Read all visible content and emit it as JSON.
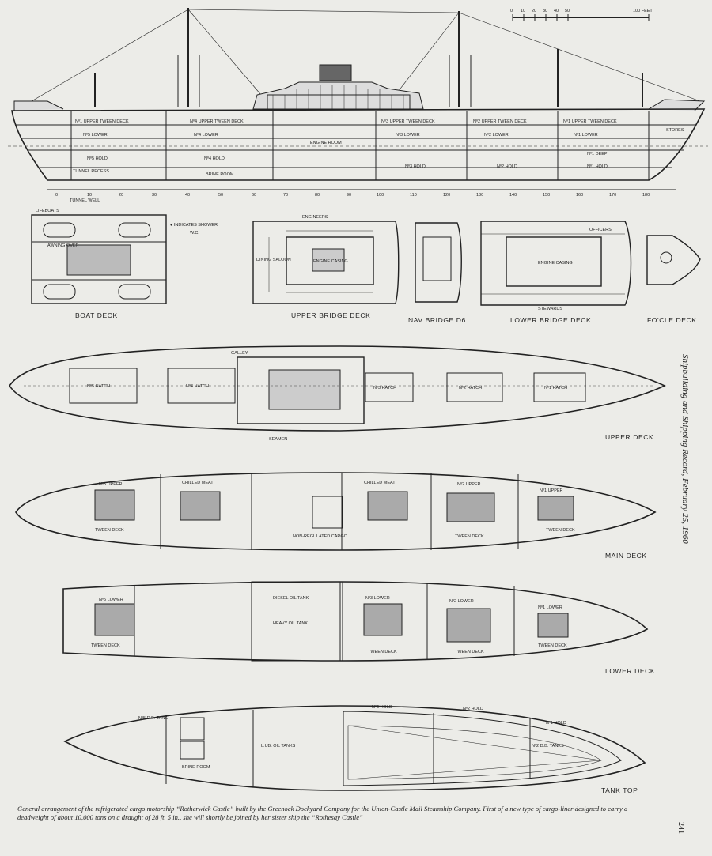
{
  "scale": {
    "ticks": [
      "0",
      "10",
      "20",
      "30",
      "40",
      "50"
    ],
    "end_label": "100 FEET"
  },
  "profile": {
    "deck_labels": [
      "Nº1 UPPER TWEEN DECK",
      "Nº4 UPPER TWEEN DECK",
      "Nº3 UPPER TWEEN DECK",
      "Nº2 UPPER TWEEN DECK",
      "Nº1 UPPER TWEEN DECK"
    ],
    "lower_labels": [
      "Nº5 LOWER",
      "Nº4 LOWER",
      "Nº3 LOWER",
      "Nº2 LOWER",
      "Nº1 LOWER"
    ],
    "hold_labels": [
      "Nº5 HOLD",
      "Nº4 HOLD",
      "ENGINE ROOM",
      "Nº3 HOLD",
      "Nº2 HOLD",
      "Nº1 HOLD"
    ],
    "misc_labels": [
      "TUNNEL RECESS",
      "BRINE ROOM",
      "TUNNEL WELL",
      "STORES",
      "Nº1 DEEP"
    ],
    "frame_numbers": [
      "0",
      "10",
      "20",
      "30",
      "40",
      "50",
      "60",
      "70",
      "80",
      "90",
      "100",
      "110",
      "120",
      "130",
      "140",
      "150",
      "160",
      "170",
      "180"
    ]
  },
  "small_plans": {
    "legend": [
      "● INDICATES SHOWER",
      "W.C."
    ],
    "labels": [
      "LIFEBOATS",
      "AWNING OVER",
      "DINING SALOON",
      "ENGINE CASING",
      "ENGINEERS",
      "STEWARDS",
      "ENGINE CASING",
      "OFFICERS"
    ],
    "names": [
      "BOAT DECK",
      "UPPER BRIDGE DECK",
      "NAV BRIDGE D6",
      "LOWER BRIDGE DECK",
      "FO'CLE DECK"
    ]
  },
  "upper_deck": {
    "labels": [
      "Nº5 HATCH",
      "Nº4 HATCH",
      "GALLEY",
      "Nº3 HATCH",
      "Nº2 HATCH",
      "Nº1 HATCH",
      "SEAMEN"
    ],
    "name": "UPPER DECK"
  },
  "main_deck": {
    "labels": [
      "Nº5 UPPER",
      "CHILLED MEAT",
      "CHILLED MEAT",
      "Nº2 UPPER",
      "Nº1 UPPER",
      "TWEEN DECK",
      "TWEEN DECK",
      "TWEEN DECK",
      "NON-REGULATED CARGO"
    ],
    "name": "MAIN DECK"
  },
  "lower_deck": {
    "labels": [
      "Nº5 LOWER",
      "DIESEL OIL TANK",
      "HEAVY OIL TANK",
      "Nº3 LOWER",
      "Nº2 LOWER",
      "Nº1 LOWER",
      "TWEEN DECK",
      "TWEEN DECK",
      "TWEEN DECK",
      "TWEEN DECK"
    ],
    "name": "LOWER DECK"
  },
  "tank_top": {
    "labels": [
      "Nº5 D.B. TANK",
      "BRINE ROOM",
      "L.UB. OIL TANKS",
      "Nº3 HOLD",
      "Nº2 HOLD",
      "Nº1 HOLD",
      "Nº2 D.B. TANKS"
    ],
    "name": "TANK TOP"
  },
  "side_note": "Shipbuilding and Shipping Record, February 25, 1960",
  "caption": "General arrangement of the refrigerated cargo motorship “Rotherwick Castle” built by the Greenock Dockyard Company for the Union-Castle Mail Steamship Company. First of a new type of cargo-liner designed to carry a deadweight of about 10,000 tons on a draught of 28 ft. 5 in., she will shortly be joined by her sister ship the “Rothesay Castle”",
  "page_number": "241",
  "colors": {
    "ink": "#222222",
    "paper": "#ecece8",
    "hatch": "#555555"
  }
}
